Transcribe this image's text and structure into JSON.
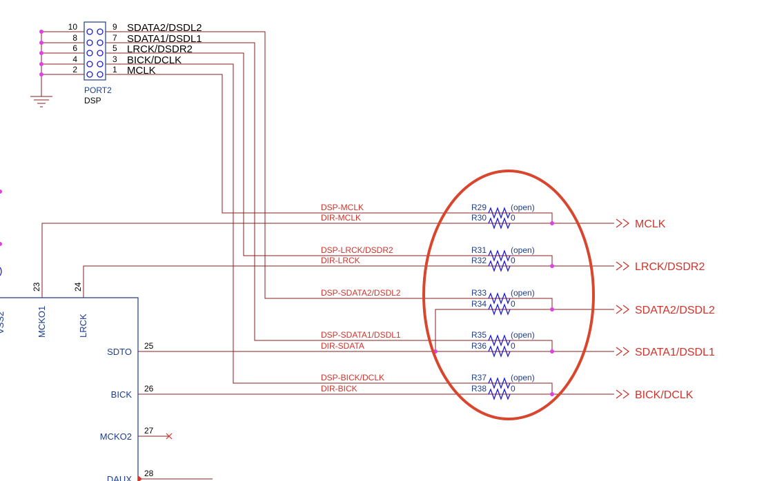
{
  "colors": {
    "wire": "#8a1c1c",
    "component": "#1a1ad0",
    "junction": "#e040e0",
    "net_label": "#d2322a",
    "ic_text": "#1c3c8c",
    "highlight": "#d8462e"
  },
  "header": {
    "name": "PORT2",
    "sub": "DSP",
    "pins": [
      {
        "left": "10",
        "right": "9",
        "signal": "SDATA2/DSDL2"
      },
      {
        "left": "8",
        "right": "7",
        "signal": "SDATA1/DSDL1"
      },
      {
        "left": "6",
        "right": "5",
        "signal": "LRCK/DSDR2"
      },
      {
        "left": "4",
        "right": "3",
        "signal": "BICK/DCLK"
      },
      {
        "left": "2",
        "right": "1",
        "signal": "MCLK"
      }
    ]
  },
  "resistors": [
    {
      "ref": "R29",
      "value": "(open)",
      "net": "DSP-MCLK"
    },
    {
      "ref": "R30",
      "value": "0",
      "net": "DIR-MCLK"
    },
    {
      "ref": "R31",
      "value": "(open)",
      "net": "DSP-LRCK/DSDR2"
    },
    {
      "ref": "R32",
      "value": "0",
      "net": "DIR-LRCK"
    },
    {
      "ref": "R33",
      "value": "(open)",
      "net": "DSP-SDATA2/DSDL2"
    },
    {
      "ref": "R34",
      "value": "0",
      "net": ""
    },
    {
      "ref": "R35",
      "value": "(open)",
      "net": "DSP-SDATA1/DSDL1"
    },
    {
      "ref": "R36",
      "value": "0",
      "net": "DIR-SDATA"
    },
    {
      "ref": "R37",
      "value": "(open)",
      "net": "DSP-BICK/DCLK"
    },
    {
      "ref": "R38",
      "value": "0",
      "net": "DIR-BICK"
    }
  ],
  "outputs": [
    "MCLK",
    "LRCK/DSDR2",
    "SDATA2/DSDL2",
    "SDATA1/DSDL1",
    "BICK/DCLK"
  ],
  "ic": {
    "top_pins": [
      {
        "num": "23",
        "name": "MCKO1"
      },
      {
        "num": "24",
        "name": "LRCK"
      }
    ],
    "right_pins": [
      {
        "num": "25",
        "name": "SDTO"
      },
      {
        "num": "26",
        "name": "BICK"
      },
      {
        "num": "27",
        "name": "MCKO2"
      },
      {
        "num": "28",
        "name": "DAUX"
      }
    ],
    "partial_left_label": "VSS2"
  }
}
